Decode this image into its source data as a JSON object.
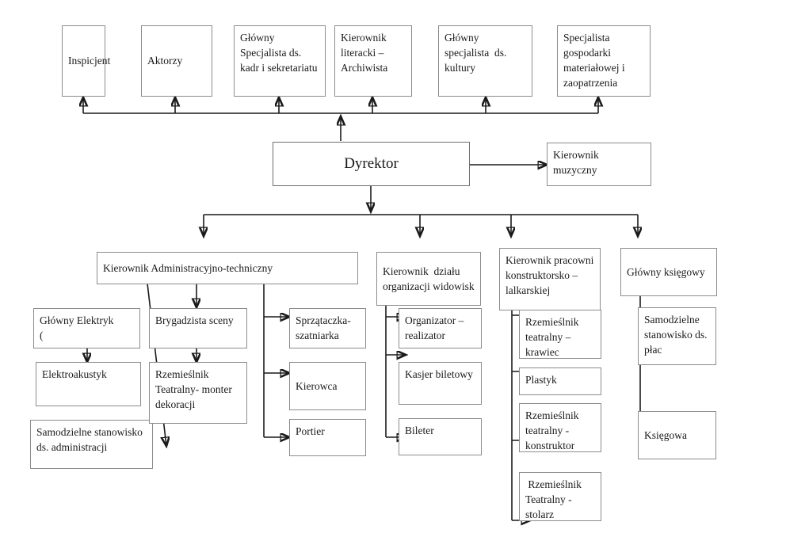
{
  "diagram": {
    "title": "Struktura organizacyjna teatru",
    "type": "org-chart",
    "language": "pl",
    "colors": {
      "box_border": "#8c8c8c",
      "connector": "#1a1a1a",
      "background": "#ffffff",
      "text": "#1a1a1a"
    }
  },
  "nodes": {
    "inspicjent": "Inspicjent",
    "aktorzy": "Aktorzy",
    "glowny_specjalista_kadr": "Główny Specjalista ds. kadr i sekretariatu",
    "kierownik_literacki": "Kierownik literacki – Archiwista",
    "glowny_specjalista_kultury": "Główny specjalista  ds. kultury",
    "specjalista_gospodarki": "Specjalista gospodarki materiałowej i zaopatrzenia",
    "dyrektor": "Dyrektor",
    "kierownik_muzyczny": "Kierownik muzyczny",
    "kierownik_admin": "Kierownik Administracyjno-techniczny",
    "kierownik_organizacji": "Kierownik  działu organizacji widowisk",
    "kierownik_pracowni": "Kierownik pracowni konstruktorsko – lalkarskiej",
    "glowny_ksiegowy": "Główny księgowy",
    "glowny_elektryk": "Główny Elektryk\n(",
    "elektroakustyk": "Elektroakustyk",
    "samodzielne_admin": "Samodzielne stanowisko ds. administracji",
    "brygadzista": "Brygadzista sceny",
    "rzemieslnik_monter": "Rzemieślnik Teatralny- monter dekoracji",
    "sprzataczka": "Sprzątaczka-szatniarka",
    "kierowca": "Kierowca",
    "portier": "Portier",
    "organizator": "Organizator – realizator",
    "kasjer": "Kasjer biletowy",
    "bileter": "Bileter",
    "rzemieslnik_krawiec": "Rzemieślnik teatralny – krawiec",
    "plastyk": "Plastyk",
    "rzemieslnik_konstruktor": "Rzemieślnik teatralny - konstruktor",
    "rzemieslnik_stolarz": " Rzemieślnik Teatralny - stolarz",
    "samodzielne_plac": "Samodzielne stanowisko ds. płac",
    "ksiegowa": "Księgowa"
  }
}
